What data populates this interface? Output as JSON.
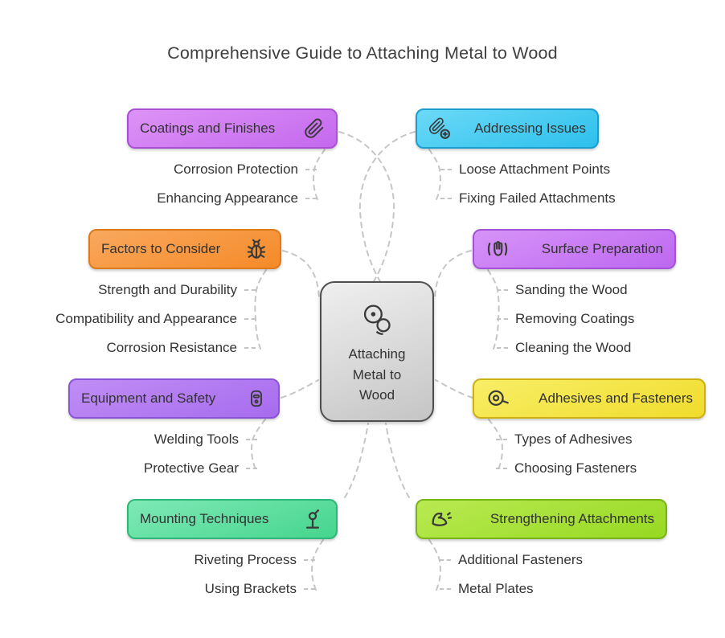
{
  "title": "Comprehensive Guide to Attaching Metal to Wood",
  "center": {
    "label": "Attaching Metal to Wood",
    "icon": "fasteners-icon"
  },
  "style": {
    "connector_color": "#c6c6c6",
    "text_color": "#333333",
    "background": "#ffffff"
  },
  "branches": [
    {
      "label": "Coatings and Finishes",
      "icon": "paperclip-icon",
      "side": "left",
      "color": "#cb72ef",
      "border_color": "#a84fd4",
      "items": [
        "Corrosion Protection",
        "Enhancing Appearance"
      ]
    },
    {
      "label": "Factors to Consider",
      "icon": "bug-icon",
      "side": "left",
      "color": "#f79a43",
      "border_color": "#dd7a1b",
      "items": [
        "Strength and Durability",
        "Compatibility and Appearance",
        "Corrosion Resistance"
      ]
    },
    {
      "label": "Equipment and Safety",
      "icon": "welding-mask-icon",
      "side": "left",
      "color": "#b47df2",
      "border_color": "#8a52d6",
      "items": [
        "Welding Tools",
        "Protective Gear"
      ]
    },
    {
      "label": "Mounting Techniques",
      "icon": "rivet-tool-icon",
      "side": "left",
      "color": "#62e0a2",
      "border_color": "#2db879",
      "items": [
        "Riveting Process",
        "Using Brackets"
      ]
    },
    {
      "label": "Addressing Issues",
      "icon": "paperclip-plus-icon",
      "side": "right",
      "color": "#49cdf2",
      "border_color": "#189fd0",
      "items": [
        "Loose Attachment Points",
        "Fixing Failed Attachments"
      ]
    },
    {
      "label": "Surface Preparation",
      "icon": "hand-icon",
      "side": "right",
      "color": "#cb81f5",
      "border_color": "#a453d8",
      "items": [
        "Sanding the Wood",
        "Removing Coatings",
        "Cleaning the Wood"
      ]
    },
    {
      "label": "Adhesives and Fasteners",
      "icon": "tape-roll-icon",
      "side": "right",
      "color": "#f5e33e",
      "border_color": "#cdb012",
      "items": [
        "Types of Adhesives",
        "Choosing Fasteners"
      ]
    },
    {
      "label": "Strengthening Attachments",
      "icon": "muscle-arm-icon",
      "side": "right",
      "color": "#a6e238",
      "border_color": "#76b515",
      "items": [
        "Additional Fasteners",
        "Metal Plates"
      ]
    }
  ]
}
